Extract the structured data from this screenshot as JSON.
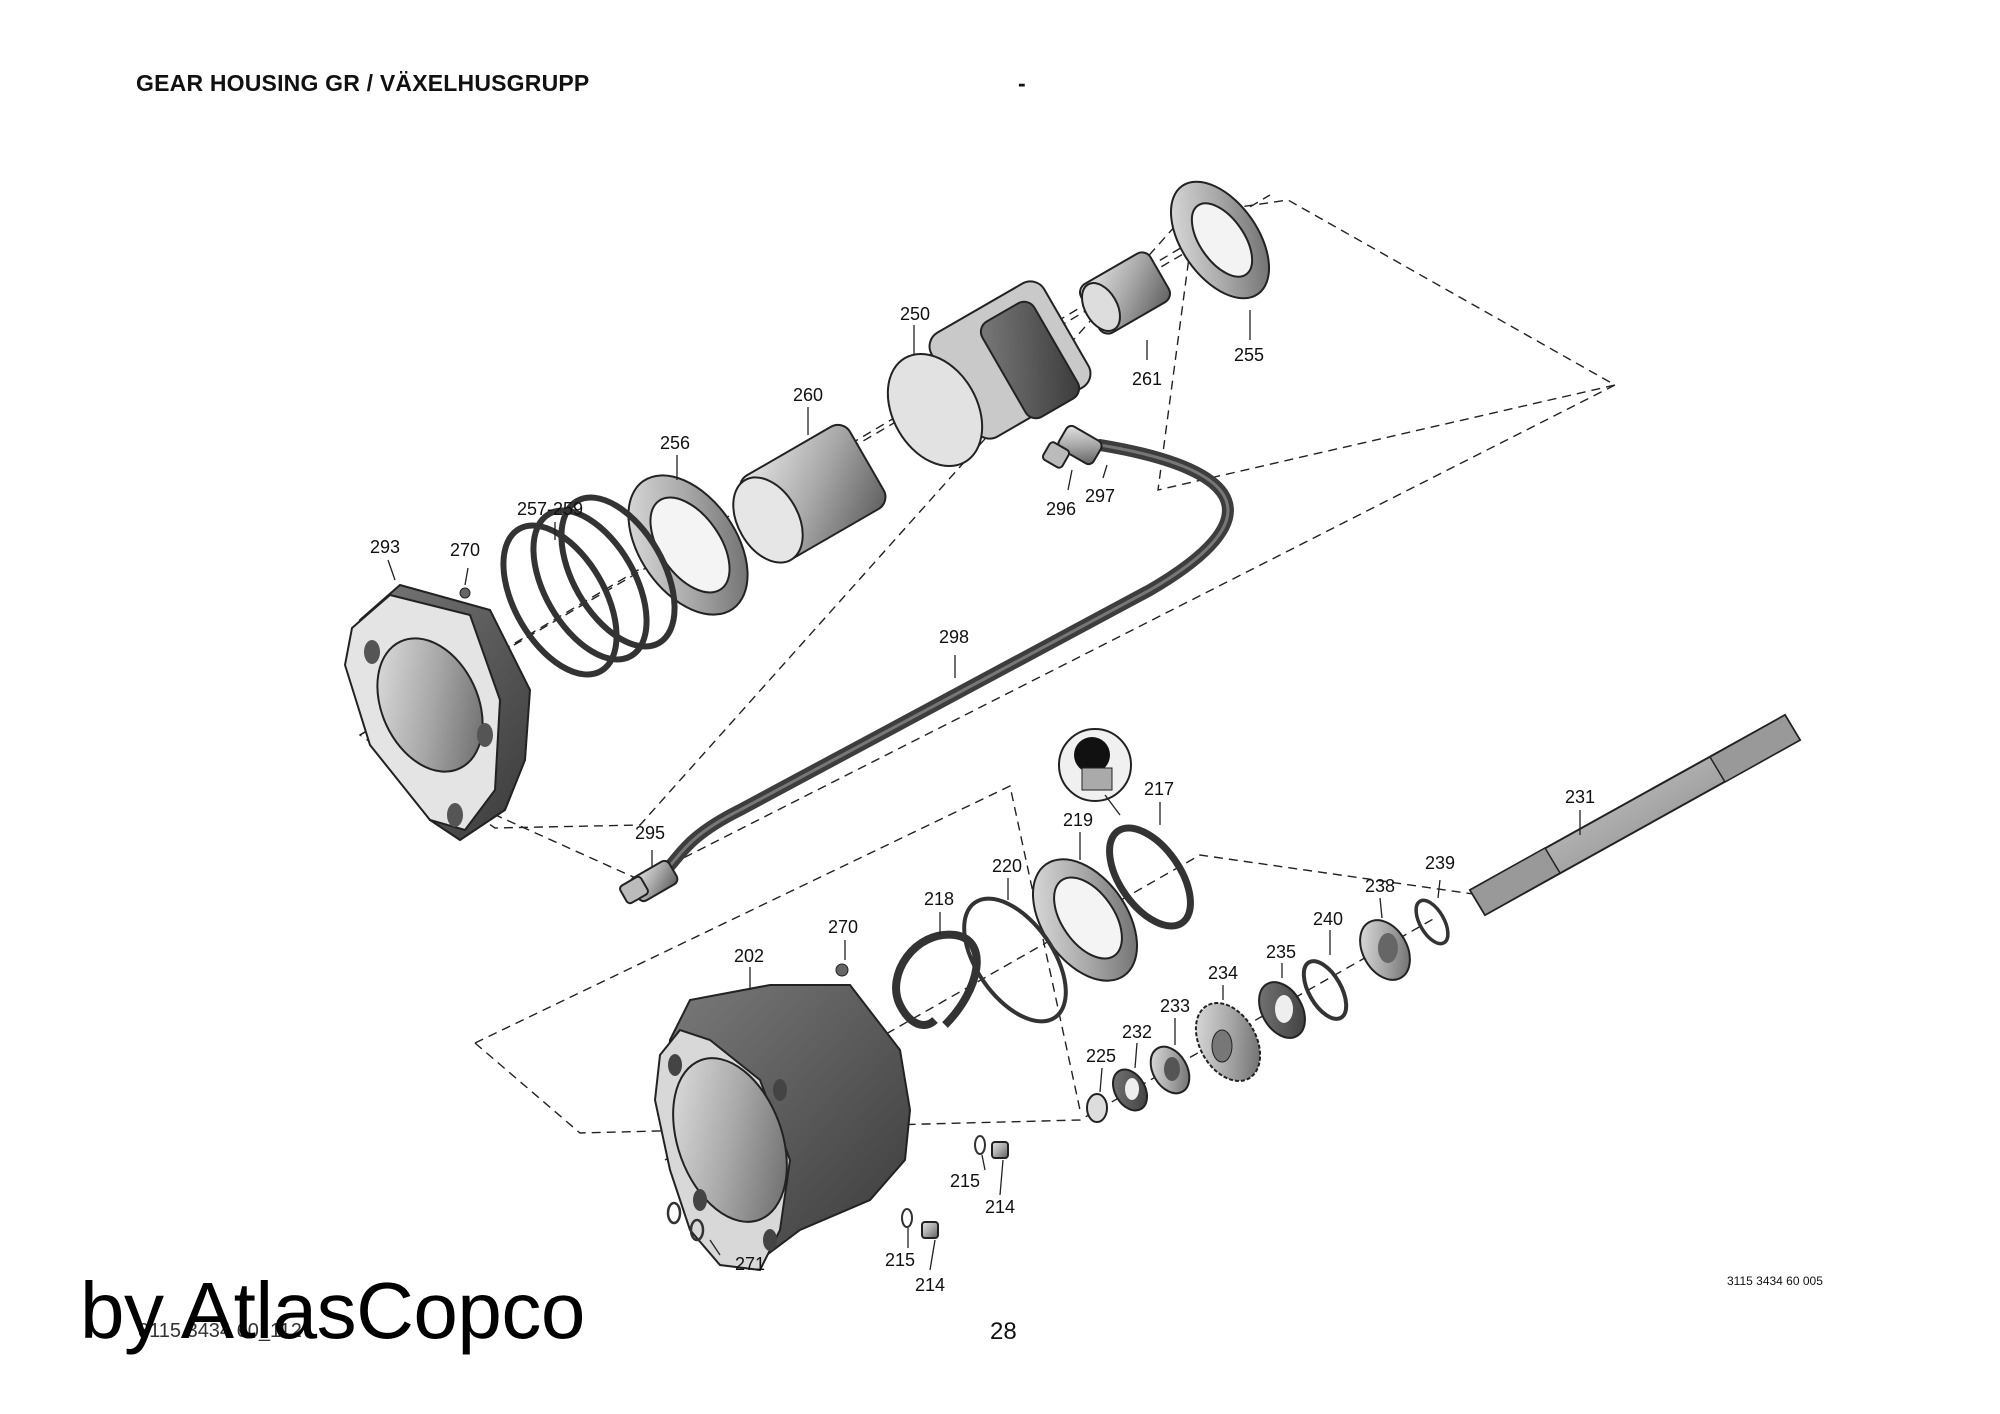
{
  "header": {
    "title": "GEAR HOUSING GR / VÄXELHUSGRUPP",
    "separator": "-"
  },
  "callouts": {
    "c250": "250",
    "c255": "255",
    "c261": "261",
    "c260": "260",
    "c256": "256",
    "c257_259": "257-259",
    "c293": "293",
    "c270a": "270",
    "c296": "296",
    "c297": "297",
    "c298": "298",
    "c295": "295",
    "c217": "217",
    "c219": "219",
    "c220": "220",
    "c231": "231",
    "c218": "218",
    "c270b": "270",
    "c239": "239",
    "c238": "238",
    "c240": "240",
    "c202": "202",
    "c234": "234",
    "c235": "235",
    "c233": "233",
    "c232": "232",
    "c225": "225",
    "c215a": "215",
    "c214a": "214",
    "c215b": "215",
    "c214b": "214",
    "c271": "271"
  },
  "footer": {
    "drawing_ref_right": "3115 3434 60 005",
    "drawing_ref_left": "3115 3434 60_112",
    "page_number": "28",
    "watermark": "by AtlasCopco"
  },
  "colors": {
    "part_dark": "#4a4a4a",
    "part_mid": "#8a8a8a",
    "part_light": "#cfcfcf",
    "line": "#222222"
  }
}
